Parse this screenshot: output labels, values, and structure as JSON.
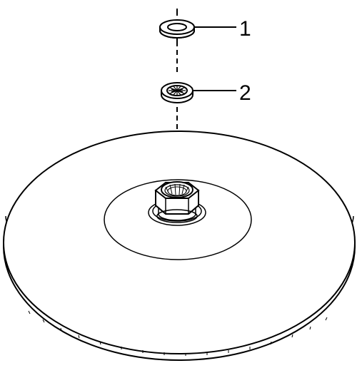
{
  "diagram": {
    "type": "exploded-parts-diagram",
    "subject": "shower-head-with-washers",
    "stroke_color": "#000000",
    "background_color": "#ffffff",
    "callouts": [
      {
        "id": "part-1",
        "label": "1",
        "part": "flat-washer"
      },
      {
        "id": "part-2",
        "label": "2",
        "part": "filter-screen-washer"
      }
    ]
  }
}
